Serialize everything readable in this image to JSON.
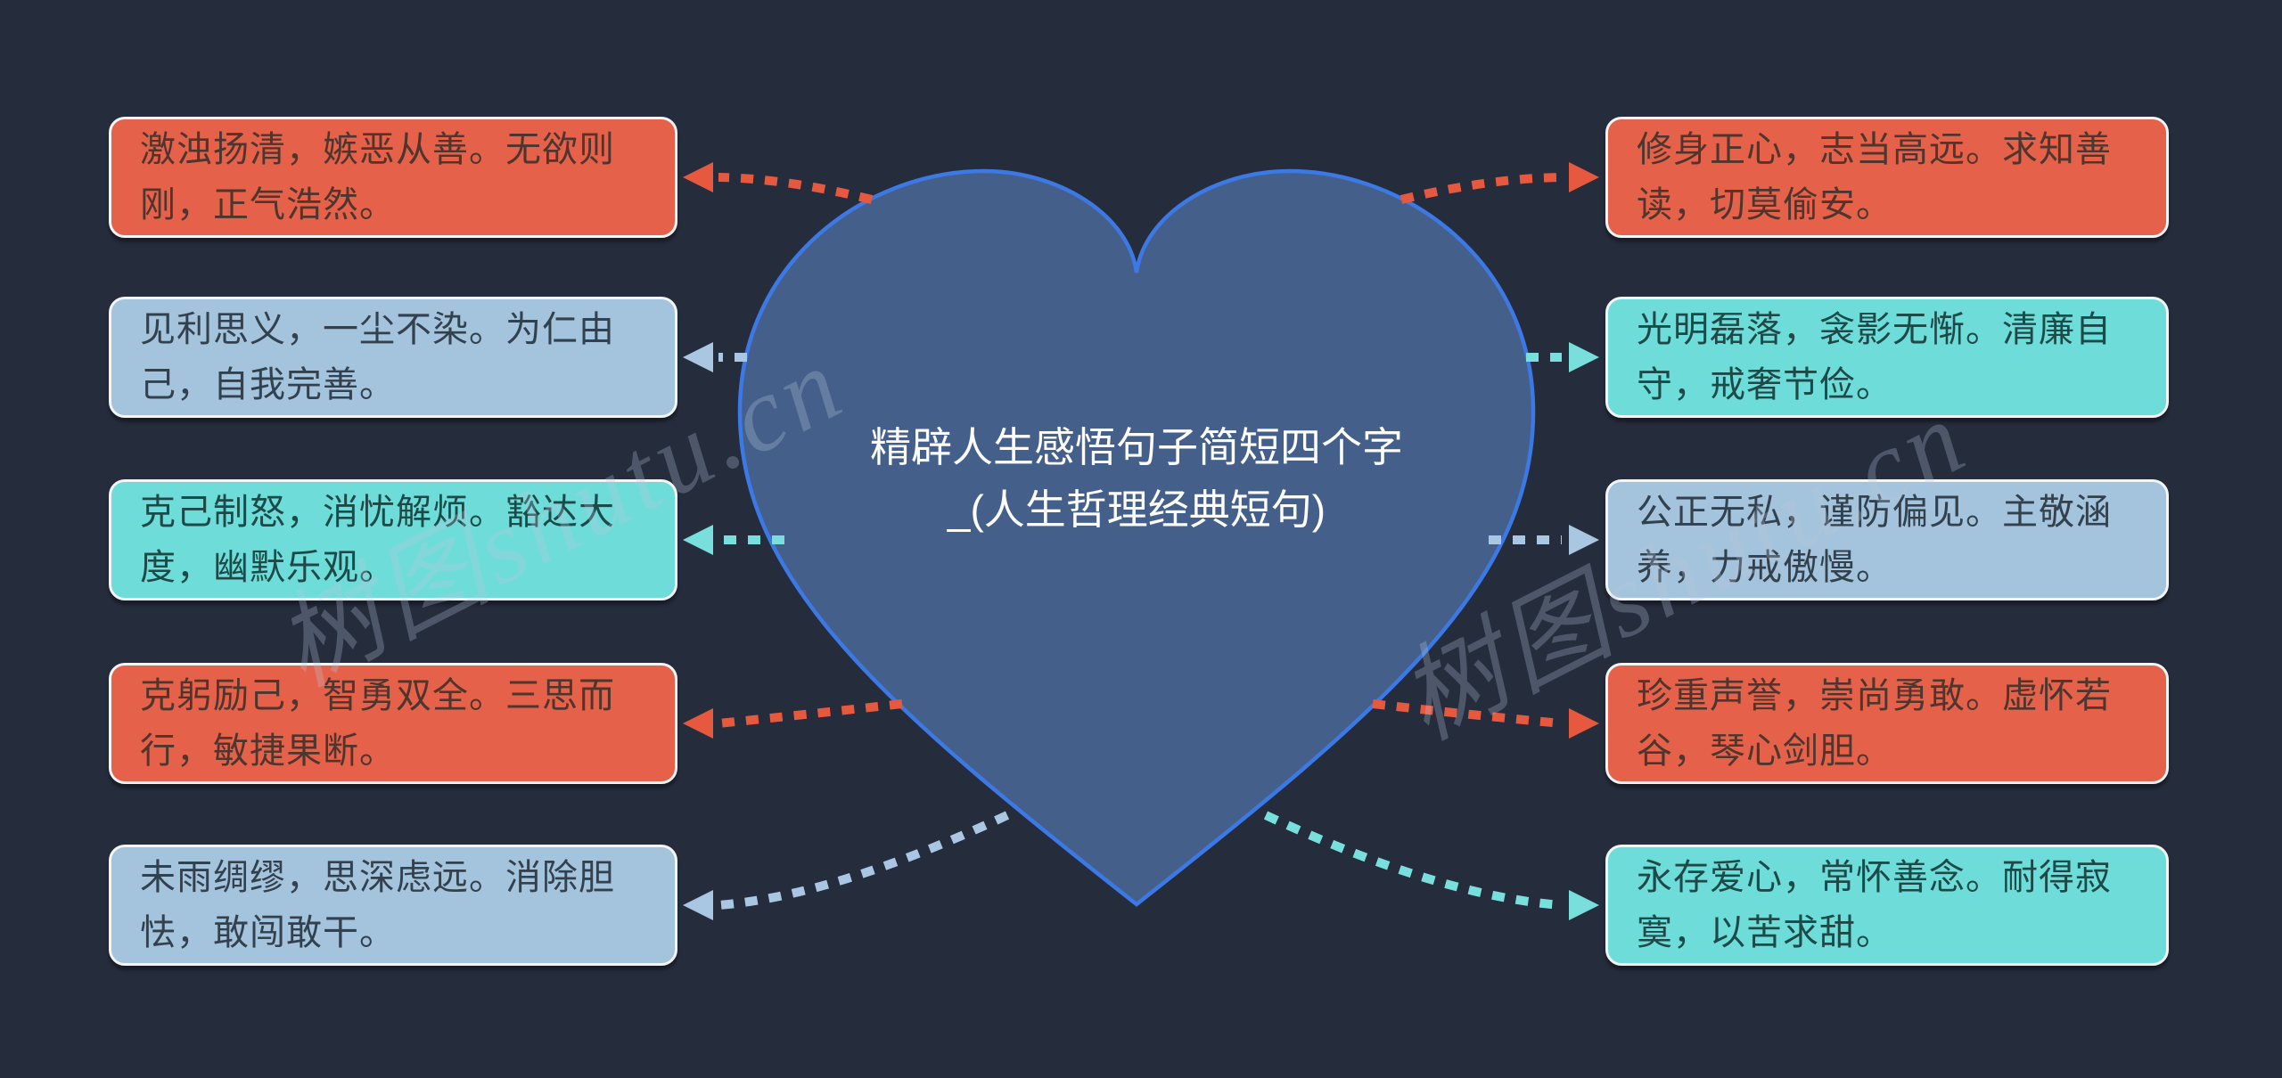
{
  "title": {
    "text": "精辟人生感悟句子简短四个字_(人生哲理经典短句)"
  },
  "watermark": {
    "text": "树图shutu.cn"
  },
  "colors": {
    "background": "#252c3c",
    "heart_fill": "#44608a",
    "heart_stroke": "#3c79e4",
    "node_border": "#f2f4f6",
    "title_text": "#fdfdfd",
    "watermark_text": "rgba(186,201,222,0.28)",
    "orange": "#e6614a",
    "orange_text": "#4e362e",
    "orange_arrow": "#e6593f",
    "blue": "#a4c3dc",
    "blue_text": "#32414d",
    "blue_arrow": "#a9c7e2",
    "teal": "#6edcd8",
    "teal_text": "#1d4a48",
    "teal_arrow": "#79dfdc"
  },
  "left_boxes": [
    {
      "text": "激浊扬清，嫉恶从善。无欲则刚，正气浩然。",
      "theme": "orange"
    },
    {
      "text": "见利思义，一尘不染。为仁由己，自我完善。",
      "theme": "blue"
    },
    {
      "text": "克己制怒，消忧解烦。豁达大度，幽默乐观。",
      "theme": "teal"
    },
    {
      "text": "克躬励己，智勇双全。三思而行，敏捷果断。",
      "theme": "orange"
    },
    {
      "text": "未雨绸缪，思深虑远。消除胆怯，敢闯敢干。",
      "theme": "blue"
    }
  ],
  "right_boxes": [
    {
      "text": "修身正心，志当高远。求知善读，切莫偷安。",
      "theme": "orange"
    },
    {
      "text": "光明磊落，衾影无惭。清廉自守，戒奢节俭。",
      "theme": "teal"
    },
    {
      "text": "公正无私，谨防偏见。主敬涵养，力戒傲慢。",
      "theme": "blue"
    },
    {
      "text": "珍重声誉，崇尚勇敢。虚怀若谷，琴心剑胆。",
      "theme": "orange"
    },
    {
      "text": "永存爱心，常怀善念。耐得寂寞，以苦求甜。",
      "theme": "teal"
    }
  ]
}
